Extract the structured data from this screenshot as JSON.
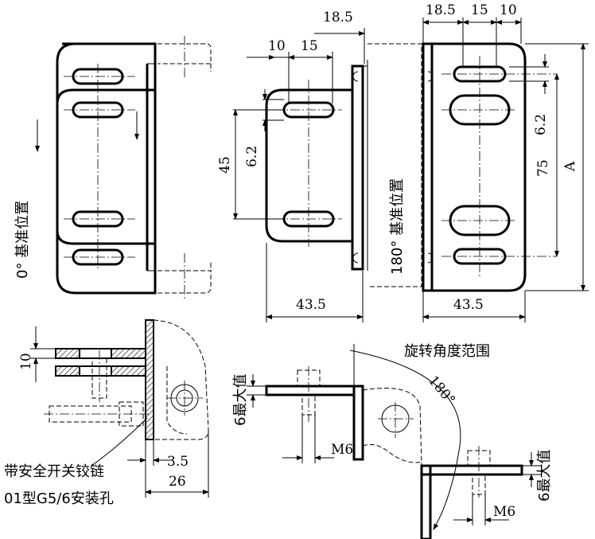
{
  "dims": {
    "top_18_5_mid": "18.5",
    "top_10_mid": "10",
    "top_15_mid": "15",
    "right_18_5": "18.5",
    "right_15": "15",
    "right_10": "10",
    "dim_45": "45",
    "dim_6_2_mid": "6.2",
    "dim_43_5_mid": "43.5",
    "dim_43_5_right": "43.5",
    "dim_75": "75",
    "dim_A": "A",
    "dim_6_2_right": "6.2",
    "dim_10_left": "10",
    "dim_3_5": "3.5",
    "dim_26": "26",
    "m6_a": "M6",
    "m6_b": "M6",
    "angle_180": "180°"
  },
  "labels": {
    "zero_deg": "0° 基准位置",
    "one80_deg": "180° 基准位置",
    "rotation_range": "旋转角度范围",
    "max6_a": "6最大值",
    "max6_b": "6最大值",
    "note_line1": "带安全开关铰链",
    "note_line2": "01型G5/6安装孔"
  }
}
